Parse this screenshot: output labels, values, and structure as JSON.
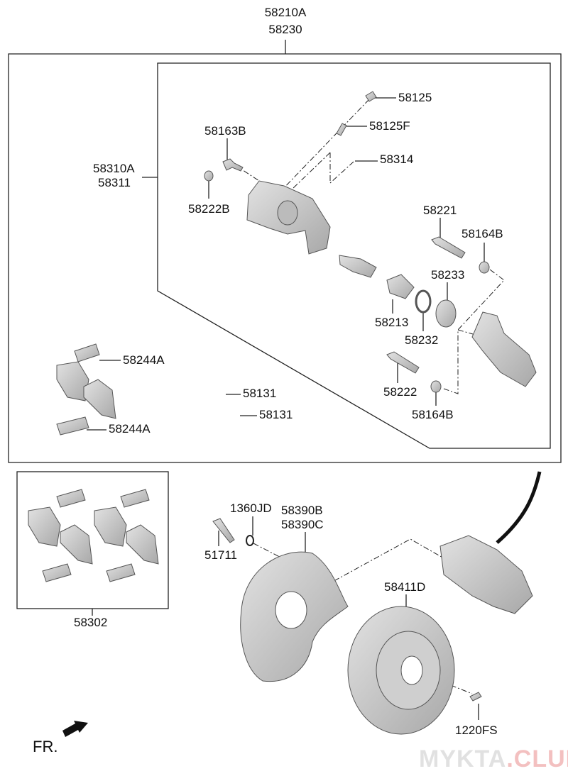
{
  "assembly": {
    "top_labels": [
      "58210A",
      "58230"
    ]
  },
  "caliper_assembly": {
    "labels": [
      "58310A",
      "58311"
    ]
  },
  "parts": {
    "p58125": "58125",
    "p58125F": "58125F",
    "p58163B": "58163B",
    "p58314": "58314",
    "p58222B": "58222B",
    "p58221": "58221",
    "p58164B_top": "58164B",
    "p58233": "58233",
    "p58213": "58213",
    "p58232": "58232",
    "p58222": "58222",
    "p58164B_bottom": "58164B",
    "p58244A_top": "58244A",
    "p58131_top": "58131",
    "p58131_bottom": "58131",
    "p58244A_bottom": "58244A",
    "p58302": "58302",
    "p1360JD": "1360JD",
    "p58390B": "58390B",
    "p58390C": "58390C",
    "p51711": "51711",
    "p58411D": "58411D",
    "p1220FS": "1220FS"
  },
  "direction": {
    "label": "FR.",
    "icon": "arrow-icon"
  },
  "watermark": {
    "text_a": "MYKTA",
    "text_b": ".CLUB"
  },
  "colors": {
    "part_fill": "#c8c8c8",
    "part_stroke": "#555555",
    "line": "#222222"
  }
}
